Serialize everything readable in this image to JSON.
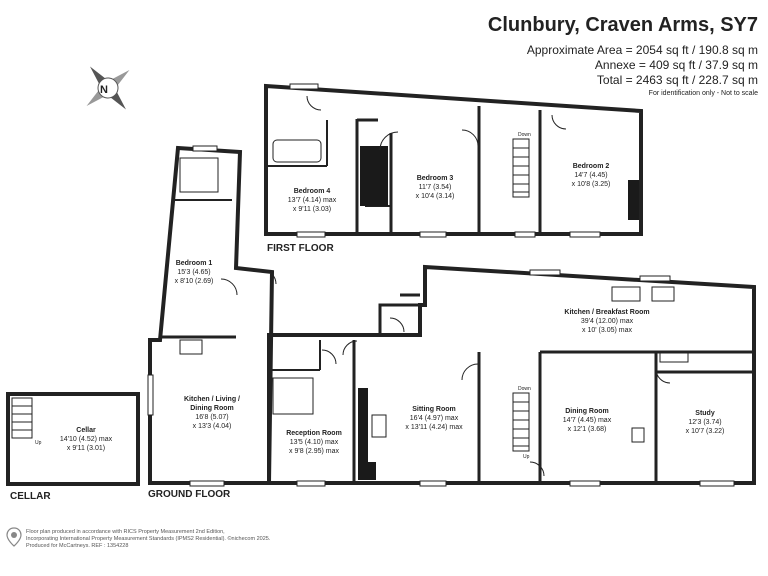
{
  "header": {
    "title": "Clunbury, Craven Arms, SY7",
    "approx_area": "Approximate Area = 2054 sq ft / 190.8 sq m",
    "annexe": "Annexe = 409 sq ft / 37.9 sq m",
    "total": "Total = 2463 sq ft / 228.7 sq m",
    "note": "For identification only - Not to scale"
  },
  "compass": {
    "label": "N"
  },
  "floors": {
    "first": "FIRST FLOOR",
    "ground": "GROUND FLOOR",
    "cellar": "CELLAR"
  },
  "rooms": [
    {
      "name": "Bedroom 4",
      "line1": "13'7 (4.14) max",
      "line2": "x 9'11 (3.03)"
    },
    {
      "name": "Bedroom 3",
      "line1": "11'7 (3.54)",
      "line2": "x 10'4 (3.14)"
    },
    {
      "name": "Bedroom 2",
      "line1": "14'7 (4.45)",
      "line2": "x 10'8 (3.25)"
    },
    {
      "name": "Bedroom 1",
      "line1": "15'3 (4.65)",
      "line2": "x 8'10 (2.69)"
    },
    {
      "name": "Kitchen / Living / Dining Room",
      "line1": "16'8 (5.07)",
      "line2": "x 13'3 (4.04)"
    },
    {
      "name": "Reception Room",
      "line1": "13'5 (4.10) max",
      "line2": "x 9'8 (2.95) max"
    },
    {
      "name": "Sitting Room",
      "line1": "16'4 (4.97) max",
      "line2": "x 13'11 (4.24) max"
    },
    {
      "name": "Kitchen / Breakfast Room",
      "line1": "39'4 (12.00) max",
      "line2": "x 10' (3.05) max"
    },
    {
      "name": "Dining Room",
      "line1": "14'7 (4.45) max",
      "line2": "x 12'1 (3.68)"
    },
    {
      "name": "Study",
      "line1": "12'3 (3.74)",
      "line2": "x 10'7 (3.22)"
    },
    {
      "name": "Cellar",
      "line1": "14'10 (4.52) max",
      "line2": "x 9'11 (3.01)"
    }
  ],
  "labels": {
    "stairs_down_first": "Down",
    "stairs_down_ground": "Down",
    "stairs_up_ground": "Up",
    "stairs_up_cellar": "Up"
  },
  "footer": {
    "line1": "Floor plan produced in accordance with RICS Property Measurement 2nd Edition,",
    "line2": "Incorporating International Property Measurement Standards (IPMS2 Residential). ©nichecom 2025.",
    "line3": "Produced for McCartneys.   REF : 1354228",
    "brand": "nichecom"
  },
  "colors": {
    "wall": "#222222",
    "stair_dark": "#1a1a1a",
    "window": "#ffffff",
    "text": "#222222"
  }
}
